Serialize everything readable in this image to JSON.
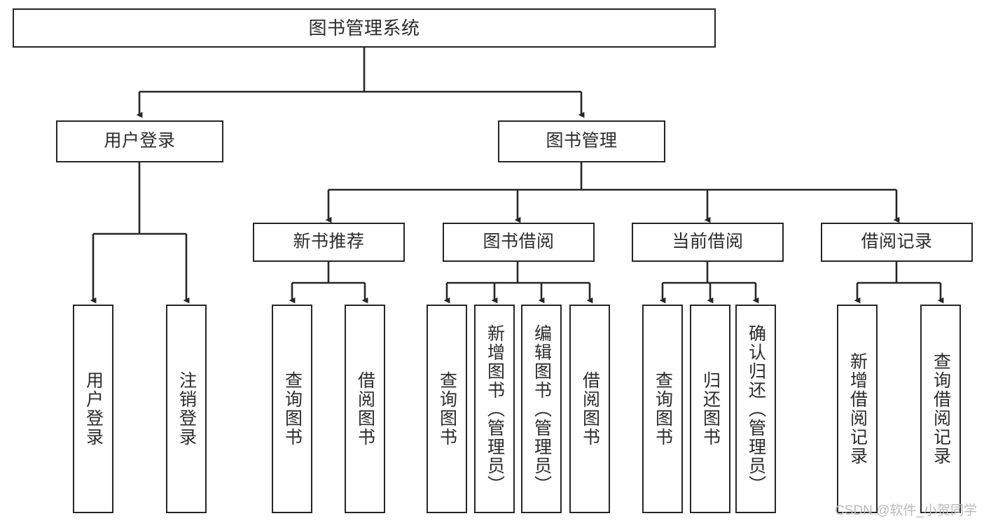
{
  "diagram": {
    "title": "图书管理系统",
    "type": "tree-hierarchy-chart",
    "colors": {
      "box_border": "#262626",
      "box_fill": "#ffffff",
      "text": "#2b2b2b",
      "connector": "#262626",
      "watermark": "#b9b9b9",
      "background": "#ffffff"
    }
  },
  "root": {
    "label": "图书管理系统"
  },
  "level2": [
    {
      "label": "用户登录"
    },
    {
      "label": "图书管理"
    }
  ],
  "level3": [
    {
      "label": "新书推荐"
    },
    {
      "label": "图书借阅"
    },
    {
      "label": "当前借阅"
    },
    {
      "label": "借阅记录"
    }
  ],
  "leaves": {
    "user_login": [
      {
        "label": "用户登录"
      },
      {
        "label": "注销登录"
      }
    ],
    "new_book_recommend": [
      {
        "label": "查询图书"
      },
      {
        "label": "借阅图书"
      }
    ],
    "book_borrow": [
      {
        "label": "查询图书"
      },
      {
        "label": "新增图书（管理员）"
      },
      {
        "label": "编辑图书（管理员）"
      },
      {
        "label": "借阅图书"
      }
    ],
    "current_borrow": [
      {
        "label": "查询图书"
      },
      {
        "label": "归还图书"
      },
      {
        "label": "确认归还（管理员）"
      }
    ],
    "borrow_record": [
      {
        "label": "新增借阅记录"
      },
      {
        "label": "查询借阅记录"
      }
    ]
  },
  "watermark": {
    "text": "CSDN @软件_小贺同学"
  }
}
